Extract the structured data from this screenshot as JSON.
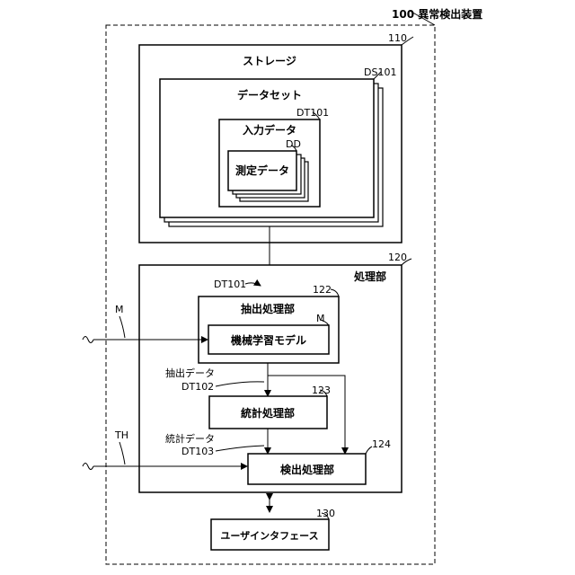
{
  "labels": {
    "device": "100 異常検出装置",
    "ref_110": "110",
    "storage": "ストレージ",
    "ref_ds101": "DS101",
    "dataset": "データセット",
    "ref_dt101_top": "DT101",
    "input_data": "入力データ",
    "ref_dd": "DD",
    "measured_data": "測定データ",
    "ref_120": "120",
    "processing": "処理部",
    "dt101_in": "DT101",
    "ref_122": "122",
    "extraction": "抽出処理部",
    "ref_m_inner": "M",
    "ml_model": "機械学習モデル",
    "input_m": "M",
    "extracted_data": "抽出データ",
    "dt102": "DT102",
    "ref_123": "123",
    "statistics": "統計処理部",
    "statistics_data": "統計データ",
    "dt103": "DT103",
    "ref_124": "124",
    "input_th": "TH",
    "detection": "検出処理部",
    "ref_130": "130",
    "user_interface": "ユーザインタフェース"
  }
}
